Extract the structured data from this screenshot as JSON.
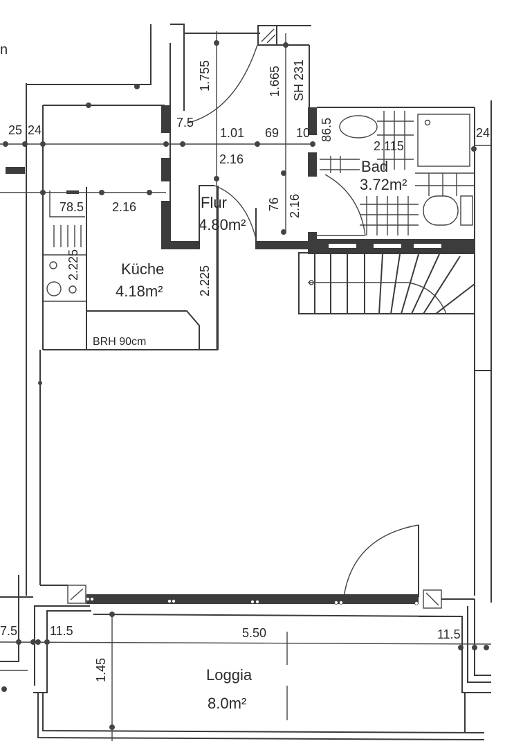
{
  "plan": {
    "colors": {
      "ink": "#3a3a3a",
      "background": "#ffffff",
      "wall_fill": "#3c3c3c"
    },
    "rooms": [
      {
        "id": "kueche",
        "name": "Küche",
        "area": "4.18m²"
      },
      {
        "id": "flur",
        "name": "Flur",
        "area": "4.80m²"
      },
      {
        "id": "bad",
        "name": "Bad",
        "area": "3.72m²"
      },
      {
        "id": "loggia",
        "name": "Loggia",
        "area": "8.0m²"
      }
    ],
    "annotations": {
      "parapet_height": "BRH 90cm",
      "sill_height": "SH 231",
      "edge_fragment": "n"
    },
    "dimensions": {
      "top_left_25": "25",
      "top_left_24": "24",
      "flur_7_5": "7.5",
      "flur_1_01": "1.01",
      "flur_69": "69",
      "flur_10": "10",
      "flur_2_16_h": "2.16",
      "flur_1_755": "1.755",
      "flur_1_665": "1.665",
      "flur_76": "76",
      "flur_2_16_v": "2.16",
      "bad_86_5": "86.5",
      "bad_2_115": "2.115",
      "bad_right_24": "24",
      "kueche_78_5": "78.5",
      "kueche_2_16": "2.16",
      "kueche_2_225_a": "2.225",
      "kueche_2_225_b": "2.225",
      "loggia_left_7_5": "7.5",
      "loggia_left_11_5": "11.5",
      "loggia_width": "5.50",
      "loggia_right_11_5": "11.5",
      "loggia_depth": "1.45"
    }
  }
}
